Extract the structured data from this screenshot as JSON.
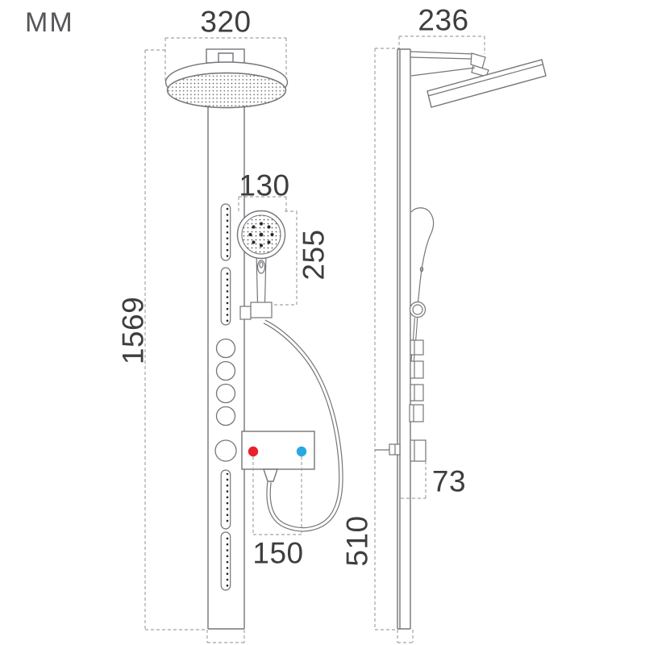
{
  "unit_label": "MM",
  "colors": {
    "hot_indicator": "#e8212d",
    "cold_indicator": "#2aa9e0"
  },
  "dims": {
    "head_width": "320",
    "side_depth": "236",
    "hand_shower_width": "130",
    "hand_shower_drop": "255",
    "total_height": "1569",
    "outlet_spacing": "150",
    "mixer_to_base": "510",
    "mixer_depth": "73"
  }
}
